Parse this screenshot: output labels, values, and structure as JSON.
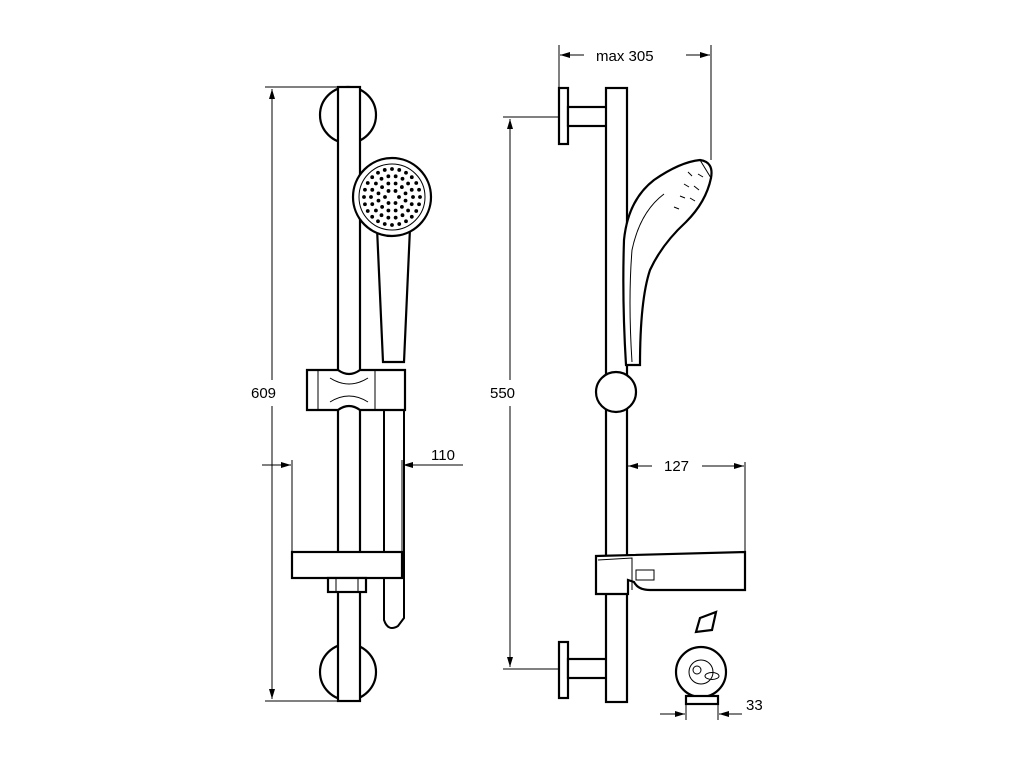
{
  "dimensions": {
    "overall_height": "609",
    "rail_fixing_distance": "550",
    "max_projection": "max 305",
    "holder_offset_front": "110",
    "holder_projection_side": "127",
    "hose_clip_depth": "33"
  },
  "colors": {
    "line": "#000000",
    "background": "#ffffff"
  }
}
